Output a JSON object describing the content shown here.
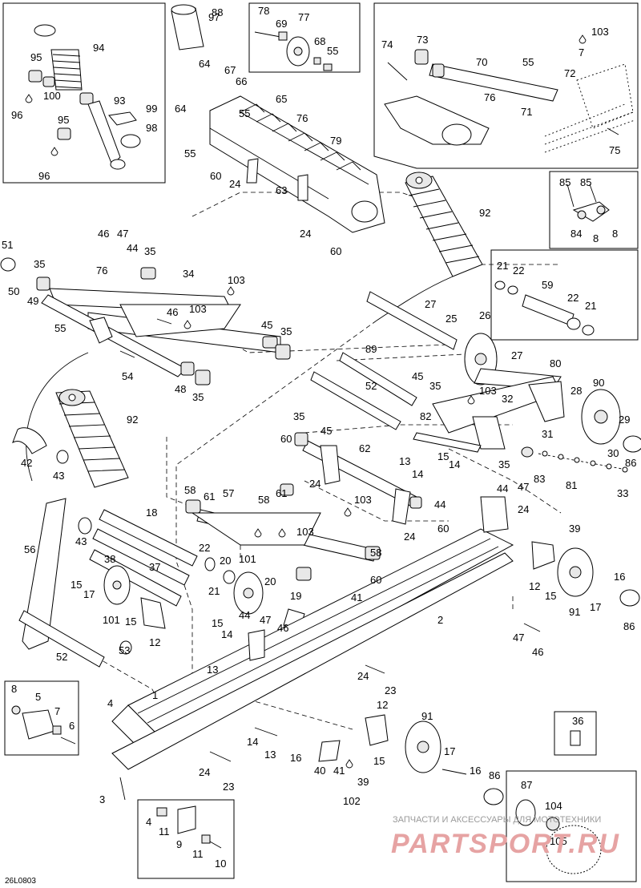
{
  "drawing_ref": "26L0803",
  "watermark": {
    "line1": "ЗАПЧАСТИ И АКСЕССУАРЫ ДЛЯ МОТОТЕХНИКИ",
    "line2": "PARTSPORT.RU"
  },
  "callouts": [
    {
      "id": "c97",
      "text": "97"
    },
    {
      "id": "c88",
      "text": "88"
    },
    {
      "id": "c78",
      "text": "78"
    },
    {
      "id": "c77",
      "text": "77"
    },
    {
      "id": "c69",
      "text": "69"
    },
    {
      "id": "c68",
      "text": "68"
    },
    {
      "id": "c55a",
      "text": "55"
    },
    {
      "id": "c94",
      "text": "94"
    },
    {
      "id": "c95a",
      "text": "95"
    },
    {
      "id": "c100",
      "text": "100"
    },
    {
      "id": "c96a",
      "text": "96"
    },
    {
      "id": "c93",
      "text": "93"
    },
    {
      "id": "c99",
      "text": "99"
    },
    {
      "id": "c95b",
      "text": "95"
    },
    {
      "id": "c98",
      "text": "98"
    },
    {
      "id": "c96b",
      "text": "96"
    },
    {
      "id": "c64a",
      "text": "64"
    },
    {
      "id": "c67",
      "text": "67"
    },
    {
      "id": "c66",
      "text": "66"
    },
    {
      "id": "c65",
      "text": "65"
    },
    {
      "id": "c55b",
      "text": "55"
    },
    {
      "id": "c76a",
      "text": "76"
    },
    {
      "id": "c64b",
      "text": "64"
    },
    {
      "id": "c79",
      "text": "79"
    },
    {
      "id": "c55c",
      "text": "55"
    },
    {
      "id": "c60a",
      "text": "60"
    },
    {
      "id": "c24a",
      "text": "24"
    },
    {
      "id": "c63",
      "text": "63"
    },
    {
      "id": "c24b",
      "text": "24"
    },
    {
      "id": "c60b",
      "text": "60"
    },
    {
      "id": "c74",
      "text": "74"
    },
    {
      "id": "c73",
      "text": "73"
    },
    {
      "id": "c70",
      "text": "70"
    },
    {
      "id": "c55d",
      "text": "55"
    },
    {
      "id": "c103a",
      "text": "103"
    },
    {
      "id": "c7a",
      "text": "7"
    },
    {
      "id": "c72",
      "text": "72"
    },
    {
      "id": "c76b",
      "text": "76"
    },
    {
      "id": "c71",
      "text": "71"
    },
    {
      "id": "c75",
      "text": "75"
    },
    {
      "id": "c92a",
      "text": "92"
    },
    {
      "id": "c85a",
      "text": "85"
    },
    {
      "id": "c85b",
      "text": "85"
    },
    {
      "id": "c84",
      "text": "84"
    },
    {
      "id": "c8a",
      "text": "8"
    },
    {
      "id": "c8b",
      "text": "8"
    },
    {
      "id": "c51",
      "text": "51"
    },
    {
      "id": "c46a",
      "text": "46"
    },
    {
      "id": "c47a",
      "text": "47"
    },
    {
      "id": "c44a",
      "text": "44"
    },
    {
      "id": "c35a",
      "text": "35"
    },
    {
      "id": "c35b",
      "text": "35"
    },
    {
      "id": "c50",
      "text": "50"
    },
    {
      "id": "c49",
      "text": "49"
    },
    {
      "id": "c76c",
      "text": "76"
    },
    {
      "id": "c34",
      "text": "34"
    },
    {
      "id": "c103b",
      "text": "103"
    },
    {
      "id": "c46b",
      "text": "46"
    },
    {
      "id": "c103c",
      "text": "103"
    },
    {
      "id": "c55e",
      "text": "55"
    },
    {
      "id": "c45a",
      "text": "45"
    },
    {
      "id": "c35c",
      "text": "35"
    },
    {
      "id": "c54",
      "text": "54"
    },
    {
      "id": "c48",
      "text": "48"
    },
    {
      "id": "c35d",
      "text": "35"
    },
    {
      "id": "c21a",
      "text": "21"
    },
    {
      "id": "c22a",
      "text": "22"
    },
    {
      "id": "c59",
      "text": "59"
    },
    {
      "id": "c22b",
      "text": "22"
    },
    {
      "id": "c21b",
      "text": "21"
    },
    {
      "id": "c27a",
      "text": "27"
    },
    {
      "id": "c25",
      "text": "25"
    },
    {
      "id": "c26",
      "text": "26"
    },
    {
      "id": "c89",
      "text": "89"
    },
    {
      "id": "c27b",
      "text": "27"
    },
    {
      "id": "c80",
      "text": "80"
    },
    {
      "id": "c45b",
      "text": "45"
    },
    {
      "id": "c35e",
      "text": "35"
    },
    {
      "id": "c52a",
      "text": "52"
    },
    {
      "id": "c103d",
      "text": "103"
    },
    {
      "id": "c32",
      "text": "32"
    },
    {
      "id": "c28",
      "text": "28"
    },
    {
      "id": "c90",
      "text": "90"
    },
    {
      "id": "c82",
      "text": "82"
    },
    {
      "id": "c29",
      "text": "29"
    },
    {
      "id": "c31",
      "text": "31"
    },
    {
      "id": "c92b",
      "text": "92"
    },
    {
      "id": "c42",
      "text": "42"
    },
    {
      "id": "c43a",
      "text": "43"
    },
    {
      "id": "c35f",
      "text": "35"
    },
    {
      "id": "c45c",
      "text": "45"
    },
    {
      "id": "c60c",
      "text": "60"
    },
    {
      "id": "c62",
      "text": "62"
    },
    {
      "id": "c24c",
      "text": "24"
    },
    {
      "id": "c13a",
      "text": "13"
    },
    {
      "id": "c15a",
      "text": "15"
    },
    {
      "id": "c14a",
      "text": "14"
    },
    {
      "id": "c14b",
      "text": "14"
    },
    {
      "id": "c30",
      "text": "30"
    },
    {
      "id": "c35g",
      "text": "35"
    },
    {
      "id": "c83",
      "text": "83"
    },
    {
      "id": "c86a",
      "text": "86"
    },
    {
      "id": "c81",
      "text": "81"
    },
    {
      "id": "c33",
      "text": "33"
    },
    {
      "id": "c58a",
      "text": "58"
    },
    {
      "id": "c61a",
      "text": "61"
    },
    {
      "id": "c57",
      "text": "57"
    },
    {
      "id": "c58b",
      "text": "58"
    },
    {
      "id": "c61b",
      "text": "61"
    },
    {
      "id": "c103e",
      "text": "103"
    },
    {
      "id": "c44b",
      "text": "44"
    },
    {
      "id": "c47b",
      "text": "47"
    },
    {
      "id": "c103f",
      "text": "103"
    },
    {
      "id": "c44c",
      "text": "44"
    },
    {
      "id": "c24d",
      "text": "24"
    },
    {
      "id": "c39a",
      "text": "39"
    },
    {
      "id": "c56",
      "text": "56"
    },
    {
      "id": "c43b",
      "text": "43"
    },
    {
      "id": "c18",
      "text": "18"
    },
    {
      "id": "c60d",
      "text": "60"
    },
    {
      "id": "c24e",
      "text": "24"
    },
    {
      "id": "c22c",
      "text": "22"
    },
    {
      "id": "c38",
      "text": "38"
    },
    {
      "id": "c20a",
      "text": "20"
    },
    {
      "id": "c101a",
      "text": "101"
    },
    {
      "id": "c58c",
      "text": "58"
    },
    {
      "id": "c15b",
      "text": "15"
    },
    {
      "id": "c17a",
      "text": "17"
    },
    {
      "id": "c37",
      "text": "37"
    },
    {
      "id": "c21c",
      "text": "21"
    },
    {
      "id": "c20b",
      "text": "20"
    },
    {
      "id": "c60e",
      "text": "60"
    },
    {
      "id": "c12a",
      "text": "12"
    },
    {
      "id": "c15c",
      "text": "15"
    },
    {
      "id": "c16a",
      "text": "16"
    },
    {
      "id": "c41a",
      "text": "41"
    },
    {
      "id": "c101b",
      "text": "101"
    },
    {
      "id": "c15d",
      "text": "15"
    },
    {
      "id": "c19",
      "text": "19"
    },
    {
      "id": "c2",
      "text": "2"
    },
    {
      "id": "c17b",
      "text": "17"
    },
    {
      "id": "c12b",
      "text": "12"
    },
    {
      "id": "c15e",
      "text": "15"
    },
    {
      "id": "c44d",
      "text": "44"
    },
    {
      "id": "c47c",
      "text": "47"
    },
    {
      "id": "c14c",
      "text": "14"
    },
    {
      "id": "c46c",
      "text": "46"
    },
    {
      "id": "c91a",
      "text": "91"
    },
    {
      "id": "c86b",
      "text": "86"
    },
    {
      "id": "c53",
      "text": "53"
    },
    {
      "id": "c13b",
      "text": "13"
    },
    {
      "id": "c47d",
      "text": "47"
    },
    {
      "id": "c46d",
      "text": "46"
    },
    {
      "id": "c52b",
      "text": "52"
    },
    {
      "id": "c24f",
      "text": "24"
    },
    {
      "id": "c23a",
      "text": "23"
    },
    {
      "id": "c8c",
      "text": "8"
    },
    {
      "id": "c5",
      "text": "5"
    },
    {
      "id": "c1",
      "text": "1"
    },
    {
      "id": "c4a",
      "text": "4"
    },
    {
      "id": "c7b",
      "text": "7"
    },
    {
      "id": "c6",
      "text": "6"
    },
    {
      "id": "c12c",
      "text": "12"
    },
    {
      "id": "c36",
      "text": "36"
    },
    {
      "id": "c91b",
      "text": "91"
    },
    {
      "id": "c14d",
      "text": "14"
    },
    {
      "id": "c13c",
      "text": "13"
    },
    {
      "id": "c16b",
      "text": "16"
    },
    {
      "id": "c17c",
      "text": "17"
    },
    {
      "id": "c15f",
      "text": "15"
    },
    {
      "id": "c16c",
      "text": "16"
    },
    {
      "id": "c24g",
      "text": "24"
    },
    {
      "id": "c23b",
      "text": "23"
    },
    {
      "id": "c40",
      "text": "40"
    },
    {
      "id": "c41b",
      "text": "41"
    },
    {
      "id": "c39b",
      "text": "39"
    },
    {
      "id": "c86c",
      "text": "86"
    },
    {
      "id": "c3",
      "text": "3"
    },
    {
      "id": "c102",
      "text": "102"
    },
    {
      "id": "c87",
      "text": "87"
    },
    {
      "id": "c104",
      "text": "104"
    },
    {
      "id": "c4b",
      "text": "4"
    },
    {
      "id": "c11a",
      "text": "11"
    },
    {
      "id": "c9",
      "text": "9"
    },
    {
      "id": "c105",
      "text": "105"
    },
    {
      "id": "c11b",
      "text": "11"
    },
    {
      "id": "c10",
      "text": "10"
    }
  ]
}
